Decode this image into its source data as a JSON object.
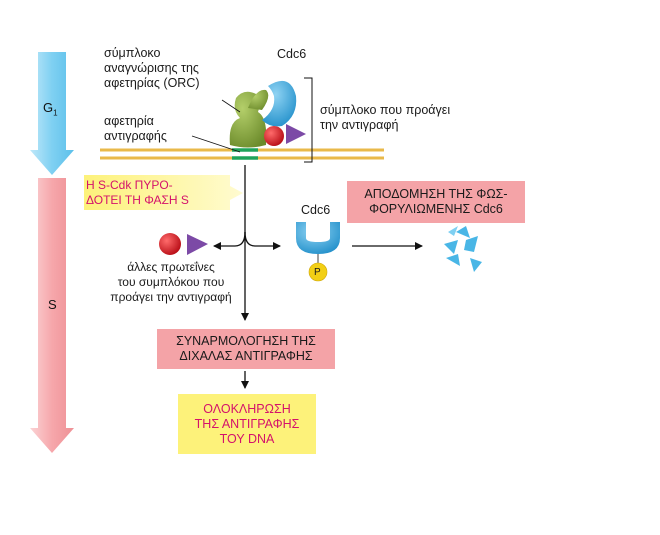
{
  "phases": {
    "g1": "G",
    "g1_sub": "1",
    "s": "S"
  },
  "labels": {
    "orc": [
      "σύμπλοκο",
      "αναγνώρισης της",
      "αφετηρίας (ORC)"
    ],
    "cdc6_top": "Cdc6",
    "origin": [
      "αφετηρία",
      "αντιγραφής"
    ],
    "prereplicative": [
      "σύμπλοκο που προάγει",
      "την αντιγραφή"
    ],
    "cdc6_mid": "Cdc6",
    "phospho": "P",
    "other_proteins": [
      "άλλες πρωτεΐνες",
      "του συμπλόκου που",
      "προάγει την αντιγραφή"
    ]
  },
  "boxes": {
    "scdk": [
      "Η S-Cdk ΠΥΡΟ-",
      "ΔΟΤΕΙ ΤΗ ΦΑΣΗ S"
    ],
    "degradation": [
      "ΑΠΟΔΟΜΗΣΗ ΤΗΣ ΦΩΣ-",
      "ΦΟΡΥΛΙΩΜΕΝΗΣ Cdc6"
    ],
    "assembly": [
      "ΣΥΝΑΡΜΟΛΟΓΗΣΗ ΤΗΣ",
      "ΔΙΧΑΛΑΣ ΑΝΤΙΓΡΑΦΗΣ"
    ],
    "completion": [
      "ΟΛΟΚΛΗΡΩΣΗ",
      "ΤΗΣ ΑΝΤΙΓΡΑΦΗΣ",
      "ΤΟΥ DNA"
    ]
  },
  "colors": {
    "g1_arrow": "#7fd0f2",
    "s_arrow": "#f6a7ab",
    "dna": "#e9b94a",
    "origin_mark": "#1fa35a",
    "orc": "#8aaa3e",
    "cdc6": "#3aa7de",
    "red_protein": "#d4141f",
    "purple_protein": "#7c4aa6",
    "phospho": "#f2cf15",
    "fragments": "#49b6e6",
    "pink_box": "#f4a3a7",
    "yellow_box": "#fdf27a",
    "magenta_text": "#d4126b"
  },
  "icons": [
    "orc-complex-icon",
    "cdc6-protein-icon",
    "red-protein-icon",
    "purple-protein-icon",
    "phosphate-icon",
    "degraded-fragments-icon"
  ]
}
